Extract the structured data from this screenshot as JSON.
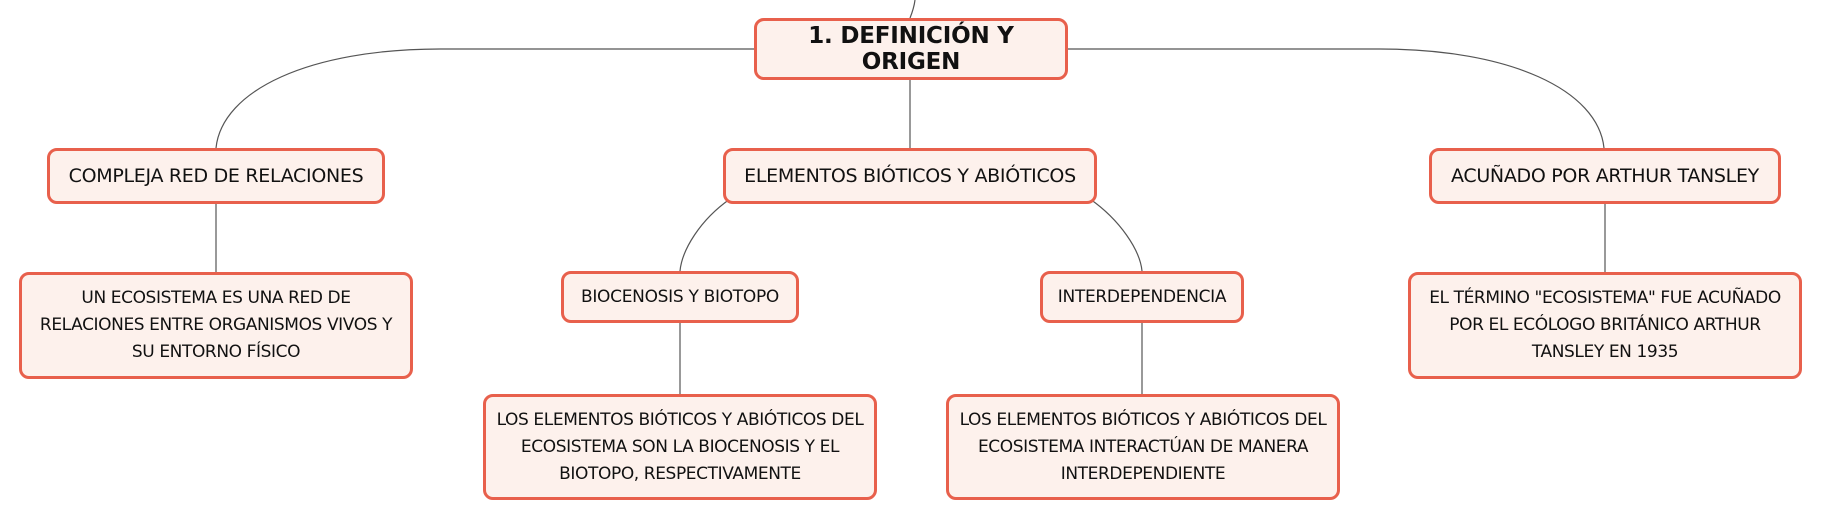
{
  "mindmap": {
    "root": {
      "label": "1. DEFINICIÓN Y ORIGEN"
    },
    "branches": [
      {
        "label": "COMPLEJA RED DE RELACIONES",
        "detail": "UN ECOSISTEMA ES UNA RED DE RELACIONES ENTRE ORGANISMOS VIVOS Y SU ENTORNO FÍSICO"
      },
      {
        "label": "ELEMENTOS BIÓTICOS Y ABIÓTICOS",
        "children": [
          {
            "label": "BIOCENOSIS Y BIOTOPO",
            "detail": "LOS ELEMENTOS BIÓTICOS Y ABIÓTICOS DEL ECOSISTEMA SON LA BIOCENOSIS Y EL BIOTOPO, RESPECTIVAMENTE"
          },
          {
            "label": "INTERDEPENDENCIA",
            "detail": "LOS ELEMENTOS BIÓTICOS Y ABIÓTICOS DEL ECOSISTEMA INTERACTÚAN DE MANERA INTERDEPENDIENTE"
          }
        ]
      },
      {
        "label": "ACUÑADO POR ARTHUR TANSLEY",
        "detail": "EL TÉRMINO \"ECOSISTEMA\" FUE ACUÑADO POR EL ECÓLOGO BRITÁNICO ARTHUR TANSLEY EN 1935"
      }
    ]
  },
  "colors": {
    "node_border": "#e8604c",
    "node_fill": "#fdf1ec",
    "connector": "#555555",
    "text": "#111111"
  }
}
